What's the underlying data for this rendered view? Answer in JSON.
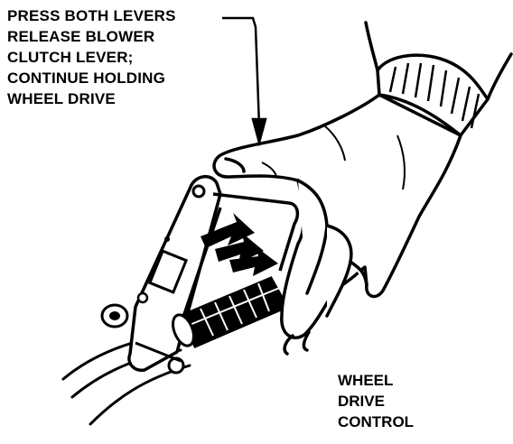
{
  "callout": {
    "lines": [
      "PRESS BOTH LEVERS",
      "RELEASE BLOWER",
      "CLUTCH LEVER;",
      "CONTINUE HOLDING",
      "WHEEL DRIVE"
    ]
  },
  "label": {
    "lines": [
      "WHEEL",
      "DRIVE",
      "CONTROL"
    ]
  },
  "colors": {
    "ink": "#000000",
    "paper": "#ffffff"
  },
  "icons": {
    "arrow": "callout-arrow-icon",
    "motion": "squeeze-direction-arrows-icon"
  }
}
